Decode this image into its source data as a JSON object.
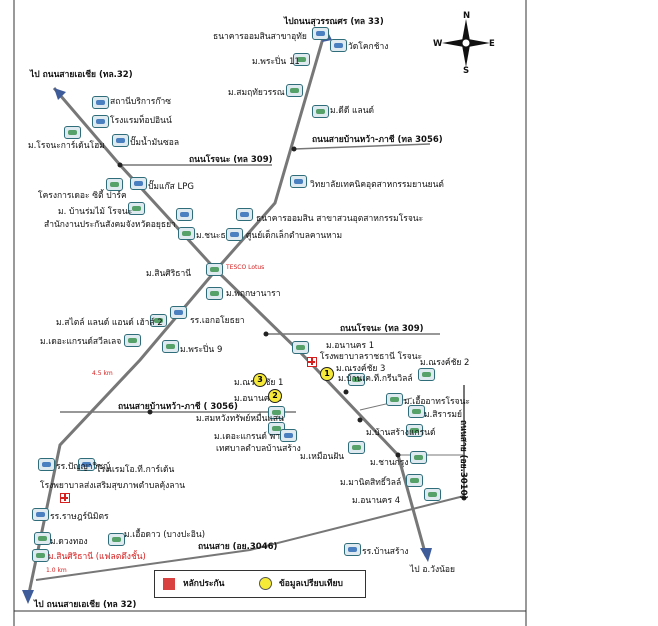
{
  "colors": {
    "road": "#7a7a7a",
    "road_main": "#6e6e6e",
    "arrow": "#3f5c9a",
    "marker_red": "#d94040",
    "marker_yellow": "#f6ec37",
    "pin_red": "#d62020"
  },
  "compass": {
    "n": "N",
    "s": "S",
    "e": "E",
    "w": "W"
  },
  "roads": {
    "to_suwannasorn_33": "ไปถนนสุวรรณศร (ทล 33)",
    "to_asia_32_top": "ไป ถนนสายเอเชีย (ทล.32)",
    "to_asia_32_bottom": "ไป ถนนสายเอเชีย (ทล 32)",
    "ban_wa_phachi_3056_top": "ถนนสายบ้านหว้า-ภาชี (ทล 3056)",
    "rojana_309_top": "ถนนโรจนะ (ทล 309)",
    "rojana_309_mid": "ถนนโรจนะ (ทล 309)",
    "ban_wa_phachi_3056_mid": "ถนนสายบ้านหว้า-ภาชี ( 3056)",
    "ban_sai_3046": "ถนนสาย (อย.3046)",
    "ban_sai_3010": "ถนนสาย (อย.3010)",
    "to_wang_noi": "ไป อ.วังน้อย"
  },
  "places": [
    {
      "key": "gsb_aphai",
      "text": "ธนาคารออมสินสาขาอุทัย"
    },
    {
      "key": "wat_khok_chang",
      "text": "วัดโคกช้าง"
    },
    {
      "key": "m_phraphin_11",
      "text": "ม.พระปิ่น 11"
    },
    {
      "key": "m_somruethairat",
      "text": "ม.สมฤทัยวรรณ"
    },
    {
      "key": "m_dee_land",
      "text": "ม.ดีดี แลนด์"
    },
    {
      "key": "gas_station",
      "text": "สถานีบริการก๊าซ"
    },
    {
      "key": "hotel_topin",
      "text": "โรงแรมท็อปอินน์"
    },
    {
      "key": "m_rojana_garden",
      "text": "ม.โรจนะการ์เด้นโฮม"
    },
    {
      "key": "pump_oil",
      "text": "ปั๊มน้ำมันซอล"
    },
    {
      "key": "vocational_college",
      "text": "วิทยาลัยเทคนิคอุตสาหกรรมยานยนต์"
    },
    {
      "key": "city_park",
      "text": "โครงการเดอะ ซิตี้ ปาร์ค"
    },
    {
      "key": "pump_lpg",
      "text": "ปั๊มแก๊ส LPG"
    },
    {
      "key": "ban_rom_mai_rojana",
      "text": "ม. บ้านร่มไม้ โรจนะ"
    },
    {
      "key": "land_office",
      "text": "สำนักงานประกันสังคมจังหวัดอยุธยา"
    },
    {
      "key": "gsb_rojana",
      "text": "ธนาคารออมสิน สาขาสวนอุตสาหกรรมโรจนะ"
    },
    {
      "key": "m_chanthani",
      "text": "ม.ชนะธานี"
    },
    {
      "key": "health_center",
      "text": "ศูนย์เด็กเล็กตำบลคานหาม"
    },
    {
      "key": "m_sinsiri_thani",
      "text": "ม.สินศิริธานี"
    },
    {
      "key": "tesco_lotus",
      "text": "TESCO Lotus"
    },
    {
      "key": "m_pruksa_nara",
      "text": "ม.พฤกษานารา"
    },
    {
      "key": "m_style_land",
      "text": "ม.สไตล์ แลนด์ แอนด์ เฮ้าส์ 2"
    },
    {
      "key": "school_ekyothaya",
      "text": "รร.เอกอโยธยา"
    },
    {
      "key": "m_the_grand_sweet",
      "text": "ม.เดอะแกรนด์สวีลเลจ"
    },
    {
      "key": "m_phraphin_9",
      "text": "ม.พระปิ่น 9"
    },
    {
      "key": "m_anan_nakhon_1",
      "text": "ม.อนานคร 1"
    },
    {
      "key": "hospital_ratchathani",
      "text": "โรงพยาบาลราชธานี โรจนะ"
    },
    {
      "key": "m_rungrot_2",
      "text": "ม.ณรงค์ชัย 2"
    },
    {
      "key": "m_rungrot_3",
      "text": "ม.ณรงค์ชัย 3"
    },
    {
      "key": "m_ban_kf",
      "text": "ม.บ้านเค.ที.กรีนวิลล์"
    },
    {
      "key": "m_rungrot_1",
      "text": "ม.ณรงค์ชัย 1"
    },
    {
      "key": "m_anan_nakhon_2",
      "text": "ม.อนานคร 2"
    },
    {
      "key": "m_eua_arthorn",
      "text": "ม.เอื้ออาทรโรจนะ"
    },
    {
      "key": "m_mongkon",
      "text": "ม.สมหวังทรัพย์หมื่นแสน"
    },
    {
      "key": "m_sirarom",
      "text": "ม.สิรารมย์"
    },
    {
      "key": "m_the_grand_park",
      "text": "ม.เดอะแกรนด์ พาร์ค"
    },
    {
      "key": "m_ban_sangsan",
      "text": "ม.บ้านสร้างแกรนด์"
    },
    {
      "key": "municipality",
      "text": "เทศบาลตำบลบ้านสร้าง"
    },
    {
      "key": "m_uemmorn",
      "text": "ม.เหมือนฝัน"
    },
    {
      "key": "m_chankrung",
      "text": "ม.ชานกรุง"
    },
    {
      "key": "hotel_ok",
      "text": "โรงแรมโอ.ที.การ์เด้น"
    },
    {
      "key": "m_manit",
      "text": "ม.มานิตสิทธิ์วิลล์"
    },
    {
      "key": "m_anan_nakhon_4",
      "text": "ม.อนานคร 4"
    },
    {
      "key": "school_punya",
      "text": "รร.ปัญญาวิชญ์"
    },
    {
      "key": "hospital_tambon",
      "text": "โรงพยาบาลส่งเสริมสุขภาพตำบลคุ้งลาน"
    },
    {
      "key": "school_ratburana",
      "text": "รร.ราษฎร์นิมิตร"
    },
    {
      "key": "m_ueathon_bangpa",
      "text": "ม.เอื้อดาว (บางปะอิน)"
    },
    {
      "key": "m_duangthong",
      "text": "ม.ดวงทอง"
    },
    {
      "key": "m_sinsiri_thani_flash",
      "text": "ม.สินศิริธานี (แฟลตตึงชั้น)"
    },
    {
      "key": "school_ban_sang",
      "text": "รร.บ้านสร้าง"
    }
  ],
  "distances": {
    "d1": "4.5 km",
    "d2": "1.0 km"
  },
  "numbered_markers": [
    "1",
    "2",
    "3"
  ],
  "legend": {
    "boundary_marker": "หลักประกัน",
    "comparison_data": "ข้อมูลเปรียบเทียบ"
  }
}
